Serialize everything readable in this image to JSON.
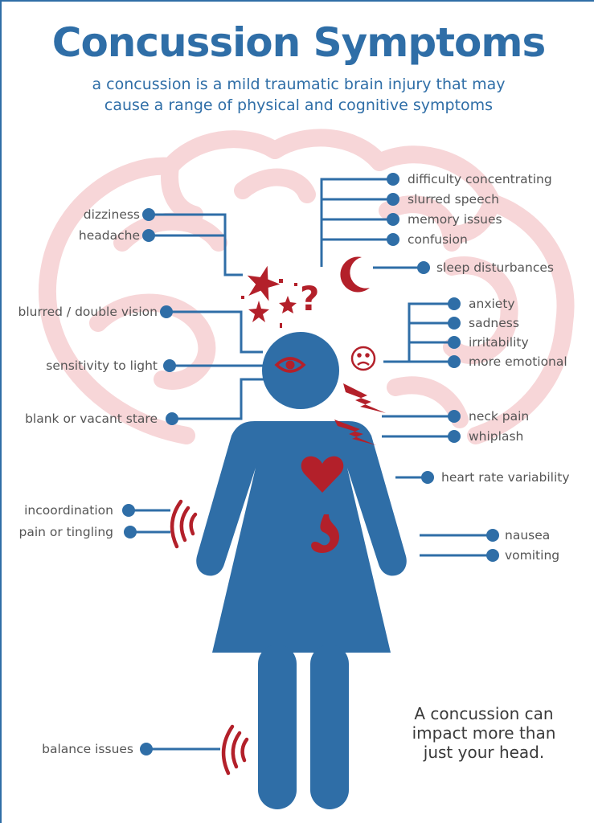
{
  "title": "Concussion Symptoms",
  "subtitle_line1": "a concussion is a mild traumatic brain injury that may",
  "subtitle_line2": "cause a range of physical and cognitive symptoms",
  "colors": {
    "blue": "#2f6ea7",
    "red": "#b3202a",
    "brain": "#f7d6d8",
    "text": "#555555"
  },
  "symptoms": {
    "difficulty_concentrating": "difficulty concentrating",
    "slurred_speech": "slurred speech",
    "memory_issues": "memory issues",
    "confusion": "confusion",
    "sleep_disturbances": "sleep disturbances",
    "anxiety": "anxiety",
    "sadness": "sadness",
    "irritability": "irritability",
    "more_emotional": "more emotional",
    "neck_pain": "neck pain",
    "whiplash": "whiplash",
    "heart_rate_variability": "heart rate variability",
    "nausea": "nausea",
    "vomiting": "vomiting",
    "dizziness": "dizziness",
    "headache": "headache",
    "blurred_vision": "blurred / double vision",
    "sensitivity_to_light": "sensitivity to light",
    "blank_stare": "blank or vacant stare",
    "incoordination": "incoordination",
    "pain_or_tingling": "pain or tingling",
    "balance_issues": "balance issues"
  },
  "tagline": [
    "A concussion can",
    "impact more than",
    "just your head."
  ],
  "icons": [
    "brain-outline",
    "stars-icon",
    "question-mark-icon",
    "moon-icon",
    "sad-face-icon",
    "eye-icon",
    "lightning-icon",
    "heart-icon",
    "stomach-icon",
    "vibration-icon"
  ]
}
